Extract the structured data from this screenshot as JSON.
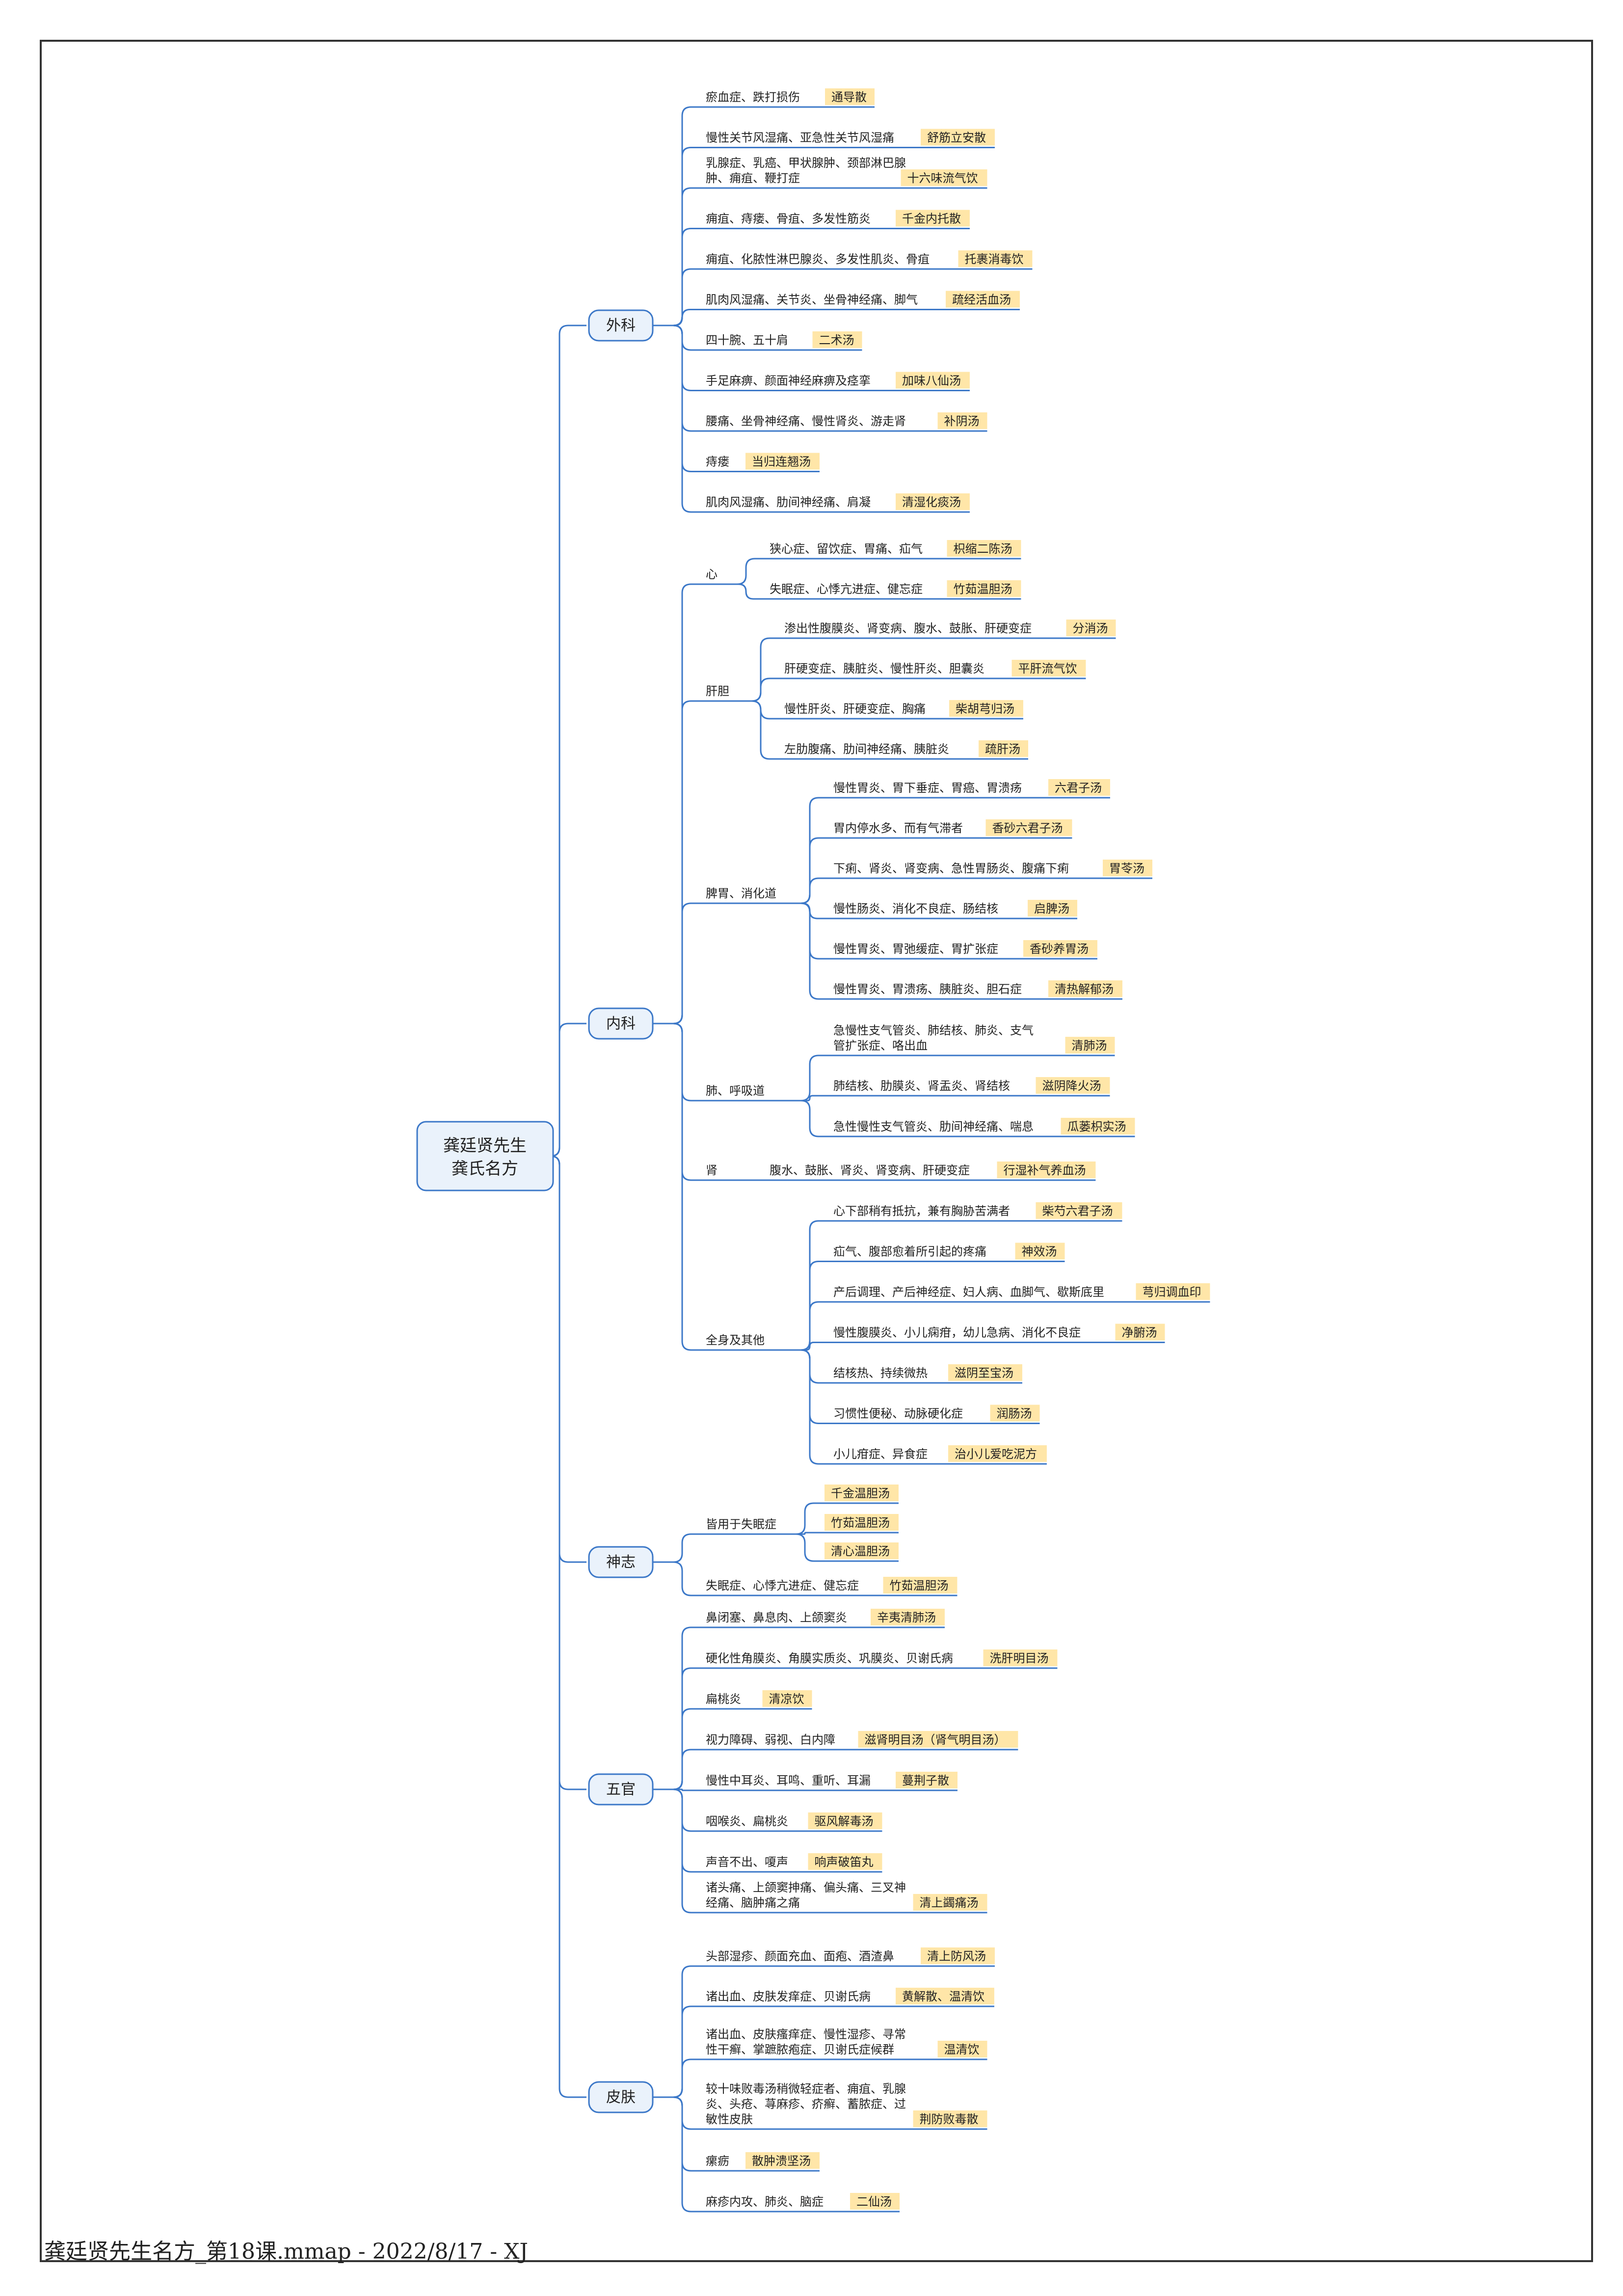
{
  "root": {
    "line1": "龚廷贤先生",
    "line2": "龚氏名方"
  },
  "footer": "龚廷贤先生名方_第18课.mmap - 2022/8/17 - XJ",
  "colors": {
    "line": "#3C78C8",
    "node_fill": "#EAF2FB",
    "node_border": "#3C78C8",
    "tag_fill": "#FFE6A8",
    "text": "#222222"
  },
  "branches": [
    {
      "label": "外科",
      "items": [
        {
          "text": "瘀血症、跌打损伤",
          "tag": "通导散"
        },
        {
          "text": "慢性关节风湿痛、亚急性关节风湿痛",
          "tag": "舒筋立安散"
        },
        {
          "text": "乳腺症、乳癌、甲状腺肿、颈部淋巴腺\n肿、痈疽、鞭打症",
          "tag": "十六味流气饮"
        },
        {
          "text": "痈疽、痔瘘、骨疽、多发性筋炎",
          "tag": "千金内托散"
        },
        {
          "text": "痈疽、化脓性淋巴腺炎、多发性肌炎、骨疽",
          "tag": "托裹消毒饮"
        },
        {
          "text": "肌肉风湿痛、关节炎、坐骨神经痛、脚气",
          "tag": "疏经活血汤"
        },
        {
          "text": "四十腕、五十肩",
          "tag": "二术汤"
        },
        {
          "text": "手足麻痹、颜面神经麻痹及痉挛",
          "tag": "加味八仙汤"
        },
        {
          "text": "腰痛、坐骨神经痛、慢性肾炎、游走肾",
          "tag": "补阴汤"
        },
        {
          "text": "痔瘘",
          "tag": "当归连翘汤"
        },
        {
          "text": "肌肉风湿痛、肋间神经痛、肩凝",
          "tag": "清湿化痰汤"
        }
      ]
    },
    {
      "label": "内科",
      "subs": [
        {
          "label": "心",
          "items": [
            {
              "text": "狭心症、留饮症、胃痛、疝气",
              "tag": "枳缩二陈汤"
            },
            {
              "text": "失眠症、心悸亢进症、健忘症",
              "tag": "竹茹温胆汤"
            }
          ]
        },
        {
          "label": "肝胆",
          "items": [
            {
              "text": "渗出性腹膜炎、肾变病、腹水、鼓胀、肝硬变症",
              "tag": "分消汤"
            },
            {
              "text": "肝硬变症、胰脏炎、慢性肝炎、胆囊炎",
              "tag": "平肝流气饮"
            },
            {
              "text": "慢性肝炎、肝硬变症、胸痛",
              "tag": "柴胡芎归汤"
            },
            {
              "text": "左肋腹痛、肋间神经痛、胰脏炎",
              "tag": "疏肝汤"
            }
          ]
        },
        {
          "label": "脾胃、消化道",
          "items": [
            {
              "text": "慢性胃炎、胃下垂症、胃癌、胃溃疡",
              "tag": "六君子汤"
            },
            {
              "text": "胃内停水多、而有气滞者",
              "tag": "香砂六君子汤"
            },
            {
              "text": "下痢、肾炎、肾变病、急性胃肠炎、腹痛下痢",
              "tag": "胃苓汤"
            },
            {
              "text": "慢性肠炎、消化不良症、肠结核",
              "tag": "启脾汤"
            },
            {
              "text": "慢性胃炎、胃弛缓症、胃扩张症",
              "tag": "香砂养胃汤"
            },
            {
              "text": "慢性胃炎、胃溃疡、胰脏炎、胆石症",
              "tag": "清热解郁汤"
            }
          ]
        },
        {
          "label": "肺、呼吸道",
          "items": [
            {
              "text": "急慢性支气管炎、肺结核、肺炎、支气\n管扩张症、咯出血",
              "tag": "清肺汤"
            },
            {
              "text": "肺结核、肋膜炎、肾盂炎、肾结核",
              "tag": "滋阴降火汤"
            },
            {
              "text": "急性慢性支气管炎、肋间神经痛、喘息",
              "tag": "瓜蒌枳实汤"
            }
          ]
        },
        {
          "label": "肾",
          "items": [
            {
              "text": "腹水、鼓胀、肾炎、肾变病、肝硬变症",
              "tag": "行湿补气养血汤"
            }
          ]
        },
        {
          "label": "全身及其他",
          "items": [
            {
              "text": "心下部稍有抵抗，兼有胸胁苦满者",
              "tag": "柴芍六君子汤"
            },
            {
              "text": "疝气、腹部愈着所引起的疼痛",
              "tag": "神效汤"
            },
            {
              "text": "产后调理、产后神经症、妇人病、血脚气、歇斯底里",
              "tag": "芎归调血印"
            },
            {
              "text": "慢性腹膜炎、小儿痫疳，幼儿急病、消化不良症",
              "tag": "净腑汤"
            },
            {
              "text": "结核热、持续微热",
              "tag": "滋阴至宝汤"
            },
            {
              "text": "习惯性便秘、动脉硬化症",
              "tag": "润肠汤"
            },
            {
              "text": "小儿疳症、异食症",
              "tag": "治小儿爱吃泥方"
            }
          ]
        }
      ]
    },
    {
      "label": "神志",
      "subs": [
        {
          "label": "皆用于失眠症",
          "tags": [
            "千金温胆汤",
            "竹茹温胆汤",
            "清心温胆汤"
          ]
        }
      ],
      "items": [
        {
          "text": "失眠症、心悸亢进症、健忘症",
          "tag": "竹茹温胆汤"
        }
      ]
    },
    {
      "label": "五官",
      "items": [
        {
          "text": "鼻闭塞、鼻息肉、上颌窦炎",
          "tag": "辛夷清肺汤"
        },
        {
          "text": "硬化性角膜炎、角膜实质炎、巩膜炎、贝谢氏病",
          "tag": "洗肝明目汤"
        },
        {
          "text": "扁桃炎",
          "tag": "清凉饮"
        },
        {
          "text": "视力障碍、弱视、白内障",
          "tag": "滋肾明目汤（肾气明目汤）"
        },
        {
          "text": "慢性中耳炎、耳鸣、重听、耳漏",
          "tag": "蔓荆子散"
        },
        {
          "text": "咽喉炎、扁桃炎",
          "tag": "驱风解毒汤"
        },
        {
          "text": "声音不出、嗄声",
          "tag": "响声破笛丸"
        },
        {
          "text": "诸头痛、上颌窦抻痛、偏头痛、三叉神\n经痛、脑肿痛之痛",
          "tag": "清上蠲痛汤"
        }
      ]
    },
    {
      "label": "皮肤",
      "items": [
        {
          "text": "头部湿疹、颜面充血、面疱、酒渣鼻",
          "tag": "清上防风汤"
        },
        {
          "text": "诸出血、皮肤发痒症、贝谢氏病",
          "tag": "黄解散、温清饮"
        },
        {
          "text": "诸出血、皮肤瘙痒症、慢性湿疹、寻常\n性干癣、掌蹠脓疱症、贝谢氏症候群",
          "tag": "温清饮"
        },
        {
          "text": "较十味败毒汤稍微轻症者、痈疽、乳腺\n炎、头疮、荨麻疹、疥癣、蓄脓症、过\n敏性皮肤",
          "tag": "荆防败毒散"
        },
        {
          "text": "瘰疬",
          "tag": "散肿溃坚汤"
        },
        {
          "text": "麻疹内攻、肺炎、脑症",
          "tag": "二仙汤"
        }
      ]
    }
  ]
}
